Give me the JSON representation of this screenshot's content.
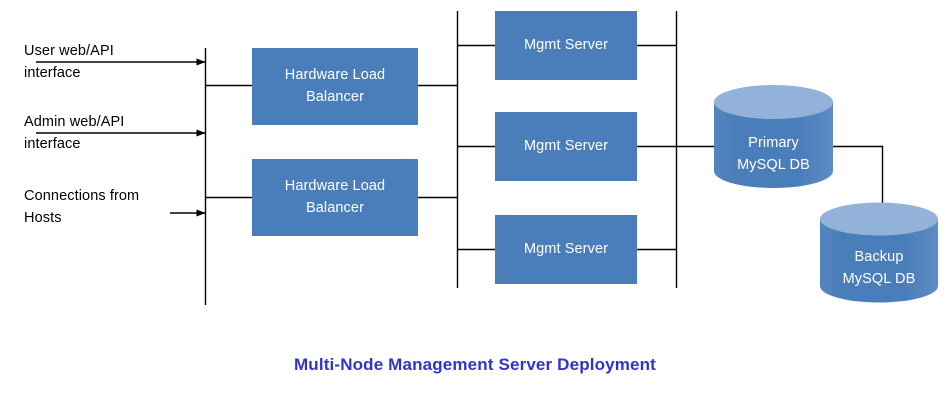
{
  "diagram": {
    "title": "Multi-Node Management Server Deployment",
    "title_color": "#3333CC",
    "node_fill": "#4A7EBB",
    "cylinder_top_fill": "#93B2D9",
    "node_text_color": "#FFFFFF",
    "line_color": "#000000",
    "background": "#FFFFFF"
  },
  "inputs": [
    {
      "label": "User web/API\ninterface"
    },
    {
      "label": "Admin web/API\ninterface"
    },
    {
      "label": "Connections from\nHosts"
    }
  ],
  "load_balancers": [
    {
      "label": "Hardware Load\nBalancer"
    },
    {
      "label": "Hardware Load\nBalancer"
    }
  ],
  "mgmt_servers": [
    {
      "label": "Mgmt Server"
    },
    {
      "label": "Mgmt Server"
    },
    {
      "label": "Mgmt Server"
    }
  ],
  "databases": [
    {
      "label": "Primary\nMySQL DB"
    },
    {
      "label": "Backup\nMySQL DB"
    }
  ]
}
